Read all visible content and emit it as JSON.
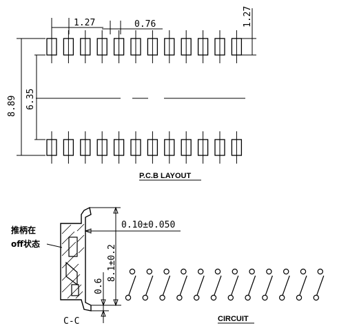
{
  "pcb_layout": {
    "title": "P.C.B LAYOUT",
    "dim_pitch": "1.27",
    "dim_pad_width": "0.76",
    "dim_pad_height": "1.27",
    "dim_overall": "8.89",
    "dim_row_spacing": "6.35",
    "pads_per_row": 12
  },
  "side_view": {
    "label_lever": "推柄在",
    "label_state": "off状态",
    "dim_thickness": "0.10±0.050",
    "dim_height": "8.1±0.2",
    "dim_foot": "0.6",
    "section_label": "C-C"
  },
  "circuit": {
    "title": "CIRCUIT",
    "switch_count": 12
  }
}
